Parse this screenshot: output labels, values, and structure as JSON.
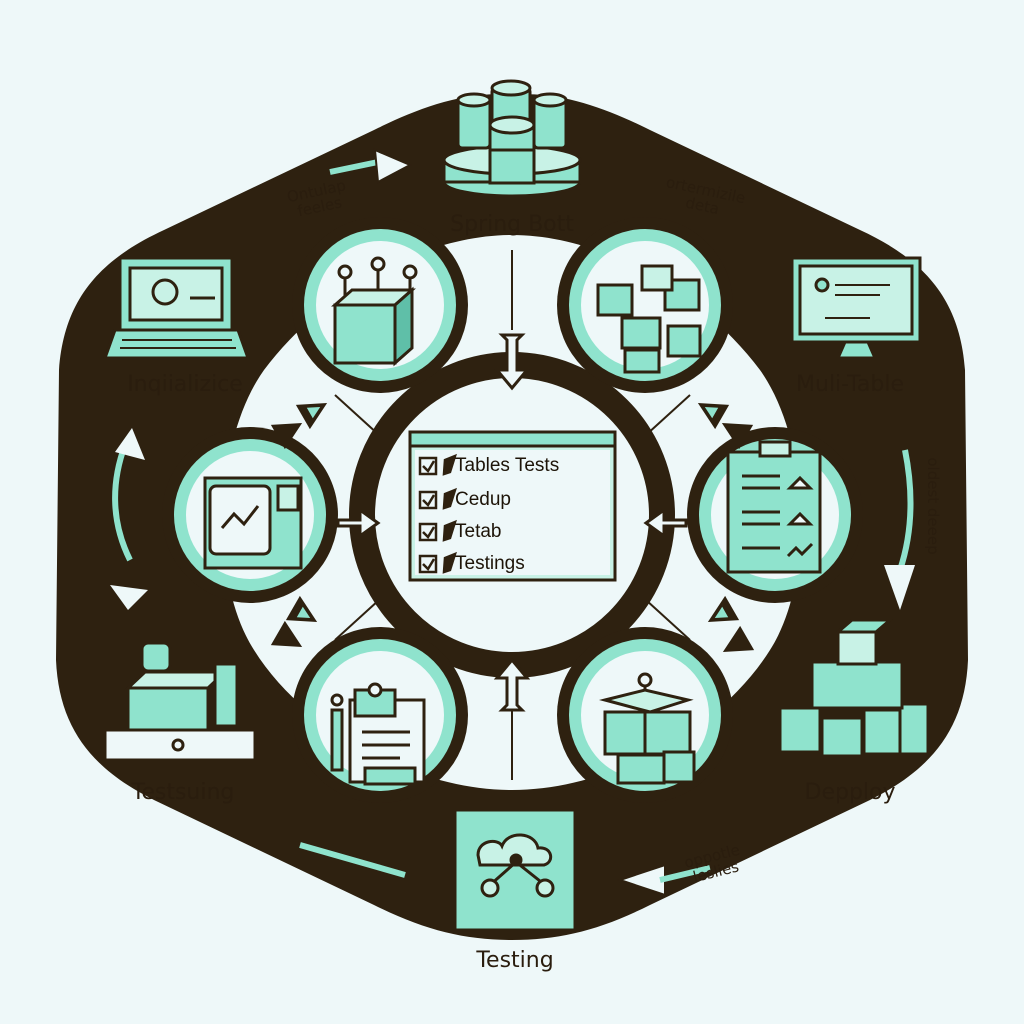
{
  "colors": {
    "dark": "#2e2110",
    "mint": "#8fe3cd",
    "mint_light": "#c8f2e6",
    "background": "#eef8f9"
  },
  "outer_nodes": [
    {
      "label": "Spring Bott",
      "icon": "database-icon"
    },
    {
      "label": "Muli-Table",
      "icon": "monitor-icon"
    },
    {
      "label": "Depploy",
      "icon": "stacked-boxes-icon"
    },
    {
      "label": "Testing",
      "icon": "cloud-network-icon"
    },
    {
      "label": "Testsuing",
      "icon": "lab-workbench-icon"
    },
    {
      "label": "Inqiializice",
      "icon": "laptop-icon"
    }
  ],
  "notes": {
    "top_left": [
      "Ontulap",
      "feeles"
    ],
    "top_right": [
      "ortermizile",
      "deta"
    ],
    "right_vertical": "oldest deeep",
    "bottom_right": [
      "oppotle",
      "leslies"
    ]
  },
  "center_checklist": {
    "items": [
      "Tables Tests",
      "Cedup",
      "Tetab",
      "Testings"
    ]
  },
  "inner_nodes": [
    {
      "icon": "cube-nodes-icon"
    },
    {
      "icon": "connected-cubes-icon"
    },
    {
      "icon": "clipboard-checklist-icon"
    },
    {
      "icon": "open-box-icon"
    },
    {
      "icon": "clipboard-tablet-icon"
    },
    {
      "icon": "chart-window-icon"
    }
  ]
}
